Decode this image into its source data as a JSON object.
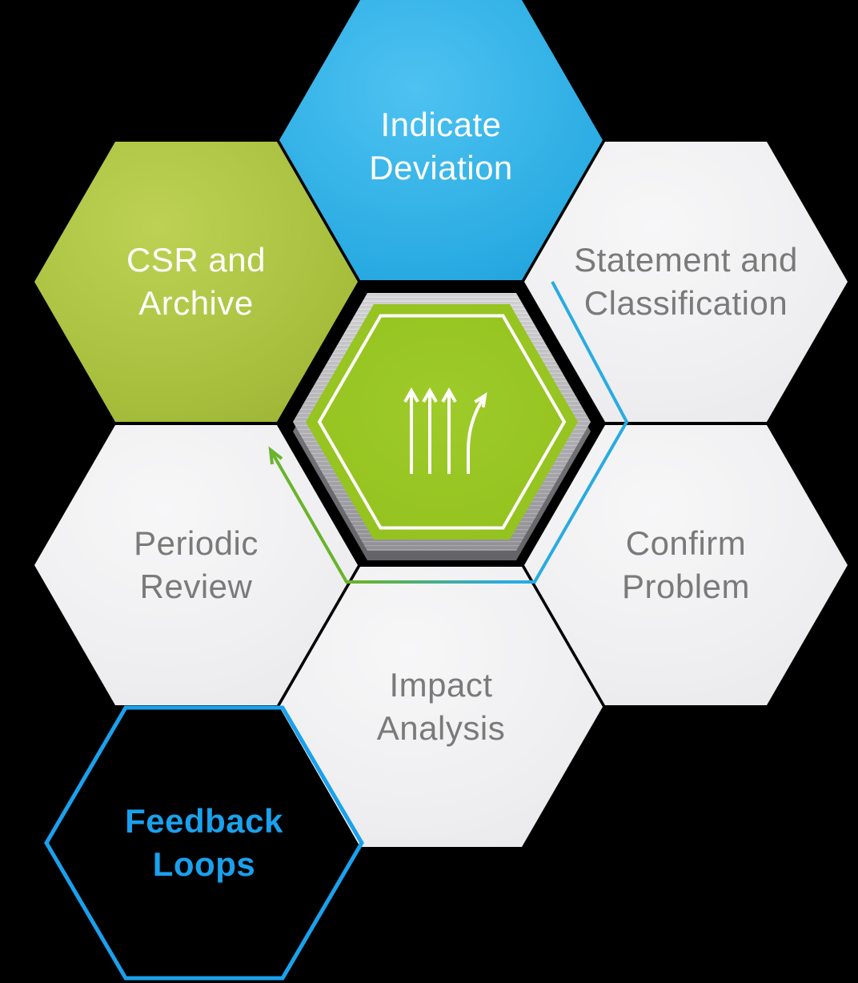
{
  "title": "Deviation management hexagon process diagram",
  "theme": {
    "background": "#000000",
    "blue": "#29abe2",
    "text_gray": "#7a7a7a",
    "text_white": "#ffffff",
    "outline_blue": "#1aa1ed",
    "line_green": "#69b42c",
    "line_blue": "#29abe2",
    "tile_gray": "#efeff1",
    "csr_green": "#a6bd3c",
    "center_green": "#93c11d",
    "metal_gray": "#b0b0b3"
  },
  "hexagons": [
    {
      "id": "indicate-deviation",
      "label": "Indicate\nDeviation",
      "variant": "blue-filled"
    },
    {
      "id": "csr-and-archive",
      "label": "CSR and\nArchive",
      "variant": "green-filled"
    },
    {
      "id": "statement-and-classification",
      "label": "Statement and\nClassification",
      "variant": "gray"
    },
    {
      "id": "periodic-review",
      "label": "Periodic\nReview",
      "variant": "gray"
    },
    {
      "id": "confirm-problem",
      "label": "Confirm\nProblem",
      "variant": "gray"
    },
    {
      "id": "impact-analysis",
      "label": "Impact\nAnalysis",
      "variant": "gray"
    },
    {
      "id": "feedback-loops",
      "label": "Feedback\nLoops",
      "variant": "blue-outline"
    }
  ],
  "center": {
    "icon": "diverging-arrows-icon",
    "description": "Green hexagon on brushed-metal slab with three straight up arrows and one arrow curving right"
  },
  "annotations": {
    "flow_line": "Polyline circling the center hexagon, blue at upper right fading to green toward a left-pointing arrowhead"
  }
}
